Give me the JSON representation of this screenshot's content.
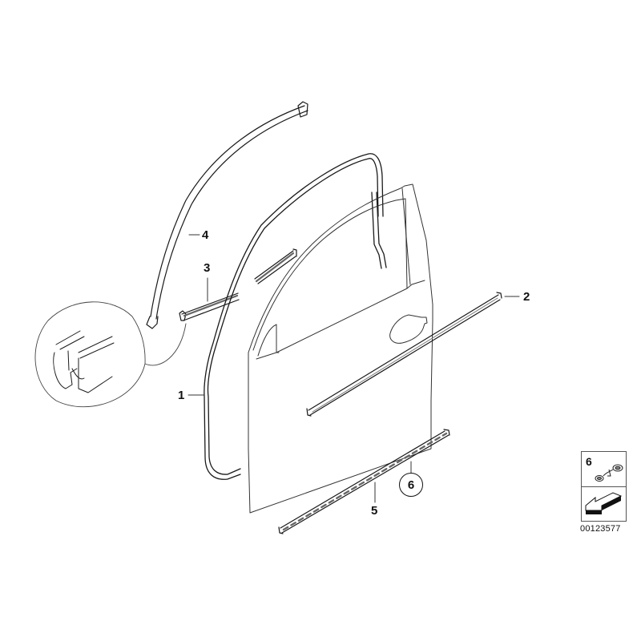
{
  "diagram": {
    "type": "exploded parts diagram",
    "subject": "Front door seals and mouldings",
    "callouts": [
      {
        "id": "1",
        "label": "1",
        "part": "door seal (frame gasket)"
      },
      {
        "id": "2",
        "label": "2",
        "part": "outer window channel / belt moulding"
      },
      {
        "id": "3",
        "label": "3",
        "part": "inner window shaft seal"
      },
      {
        "id": "4",
        "label": "4",
        "part": "A-pillar seal"
      },
      {
        "id": "5",
        "label": "5",
        "part": "lower door seal strip"
      },
      {
        "id": "6",
        "label": "6",
        "part": "clip (circled, also in legend)"
      }
    ],
    "detail_view": "magnified clip cross-section"
  },
  "legend": {
    "number": "6",
    "icon": "clip-icon",
    "arrow": "direction-arrow-icon",
    "code": "00123577"
  },
  "colors": {
    "line": "#1a1a1a",
    "thin_line": "#333333",
    "background": "#ffffff"
  }
}
